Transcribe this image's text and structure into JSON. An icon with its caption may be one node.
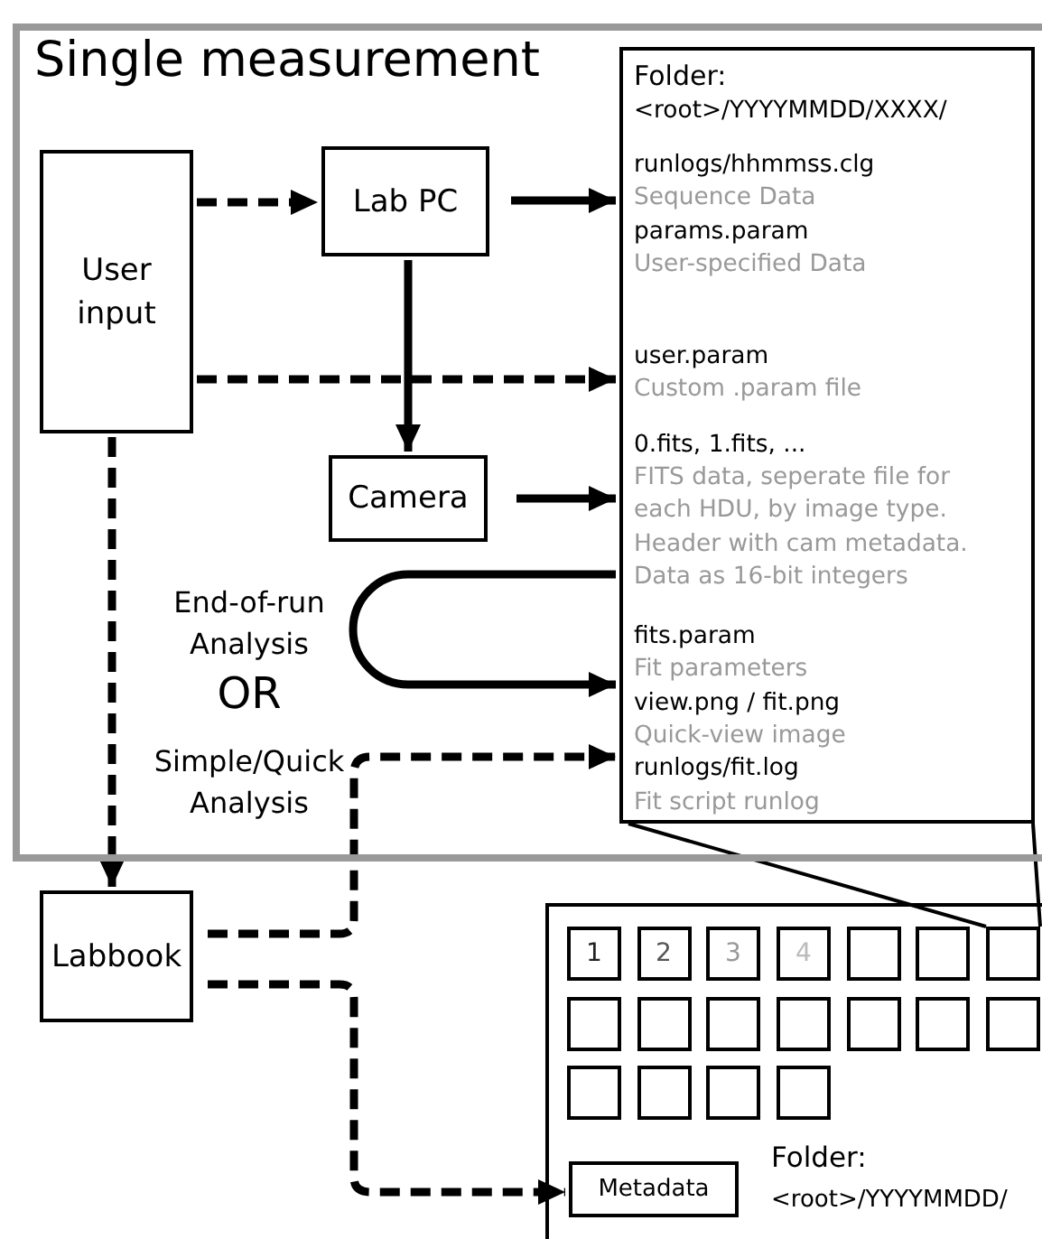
{
  "diagram": {
    "nodes": [
      {
        "text": [
          "Single measurement"
        ]
      },
      {
        "text": [
          "User input"
        ],
        "in": 0
      },
      {
        "text": [
          "Lab PC"
        ],
        "in": 0
      },
      {
        "text": [
          "Camera"
        ],
        "in": 0
      },
      {
        "text": [
          "Folder:",
          "<root>/YYYYMMDD/XXXX/",
          "runlogs/hhmmss.clg",
          "Sequence Data",
          "params.param",
          "User-specified Data",
          "user.param",
          "Custom .param file",
          "0.fits, 1.fits, ...",
          "FITS data, seperate file for each HDU, by image type. Header with cam metadata. Data as 16-bit integers",
          "fits.param",
          "Fit parameters",
          "view.png / fit.png",
          "Quick-view image",
          "runlogs/fit.log",
          "Fit script runlog"
        ],
        "in": 0
      },
      {
        "text": [
          "Labbook"
        ]
      },
      {
        "text": [
          "Folder:",
          "<root>/YYYYMMDD/"
        ]
      },
      {
        "text": [
          "1"
        ],
        "in": 6
      },
      {
        "text": [
          "2"
        ],
        "in": 6
      },
      {
        "text": [
          "3"
        ],
        "in": 6
      },
      {
        "text": [
          "4"
        ],
        "in": 6
      },
      {
        "text": [],
        "shape": "box",
        "in": 6
      },
      {
        "text": [],
        "shape": "box",
        "in": 6
      },
      {
        "text": [],
        "shape": "box",
        "in": 6
      },
      {
        "text": [],
        "shape": "box",
        "in": 6
      },
      {
        "text": [],
        "shape": "box",
        "in": 6
      },
      {
        "text": [],
        "shape": "box",
        "in": 6
      },
      {
        "text": [],
        "shape": "box",
        "in": 6
      },
      {
        "text": [],
        "shape": "box",
        "in": 6
      },
      {
        "text": [],
        "shape": "box",
        "in": 6
      },
      {
        "text": [],
        "shape": "box",
        "in": 6
      },
      {
        "text": [],
        "shape": "box",
        "in": 6
      },
      {
        "text": [],
        "shape": "box",
        "in": 6
      },
      {
        "text": [],
        "shape": "box",
        "in": 6
      },
      {
        "text": [],
        "shape": "box",
        "in": 6
      },
      {
        "text": [
          "Metadata"
        ],
        "in": 6
      }
    ],
    "edges": [
      {
        "from": 1,
        "to": 2,
        "arrow": "to",
        "style": "dashed"
      },
      {
        "from": 2,
        "to": 4,
        "arrow": "to"
      },
      {
        "from": 1,
        "to": 4,
        "arrow": "to",
        "style": "dashed"
      },
      {
        "from": 2,
        "to": 3,
        "arrow": "to"
      },
      {
        "from": 3,
        "to": 4,
        "arrow": "to"
      },
      {
        "from": 4,
        "to": 4,
        "arrow": "to",
        "label": "End-of-run Analysis"
      },
      {
        "from": 1,
        "to": 5,
        "arrow": "to",
        "style": "dashed"
      },
      {
        "from": 5,
        "to": 4,
        "arrow": "to",
        "style": "dashed",
        "label": "Simple/Quick Analysis"
      },
      {
        "from": 5,
        "to": 25,
        "arrow": "to",
        "style": "dashed"
      },
      {
        "from": 4,
        "to": 13,
        "arrow": "none"
      }
    ],
    "labels": [
      "OR"
    ]
  }
}
